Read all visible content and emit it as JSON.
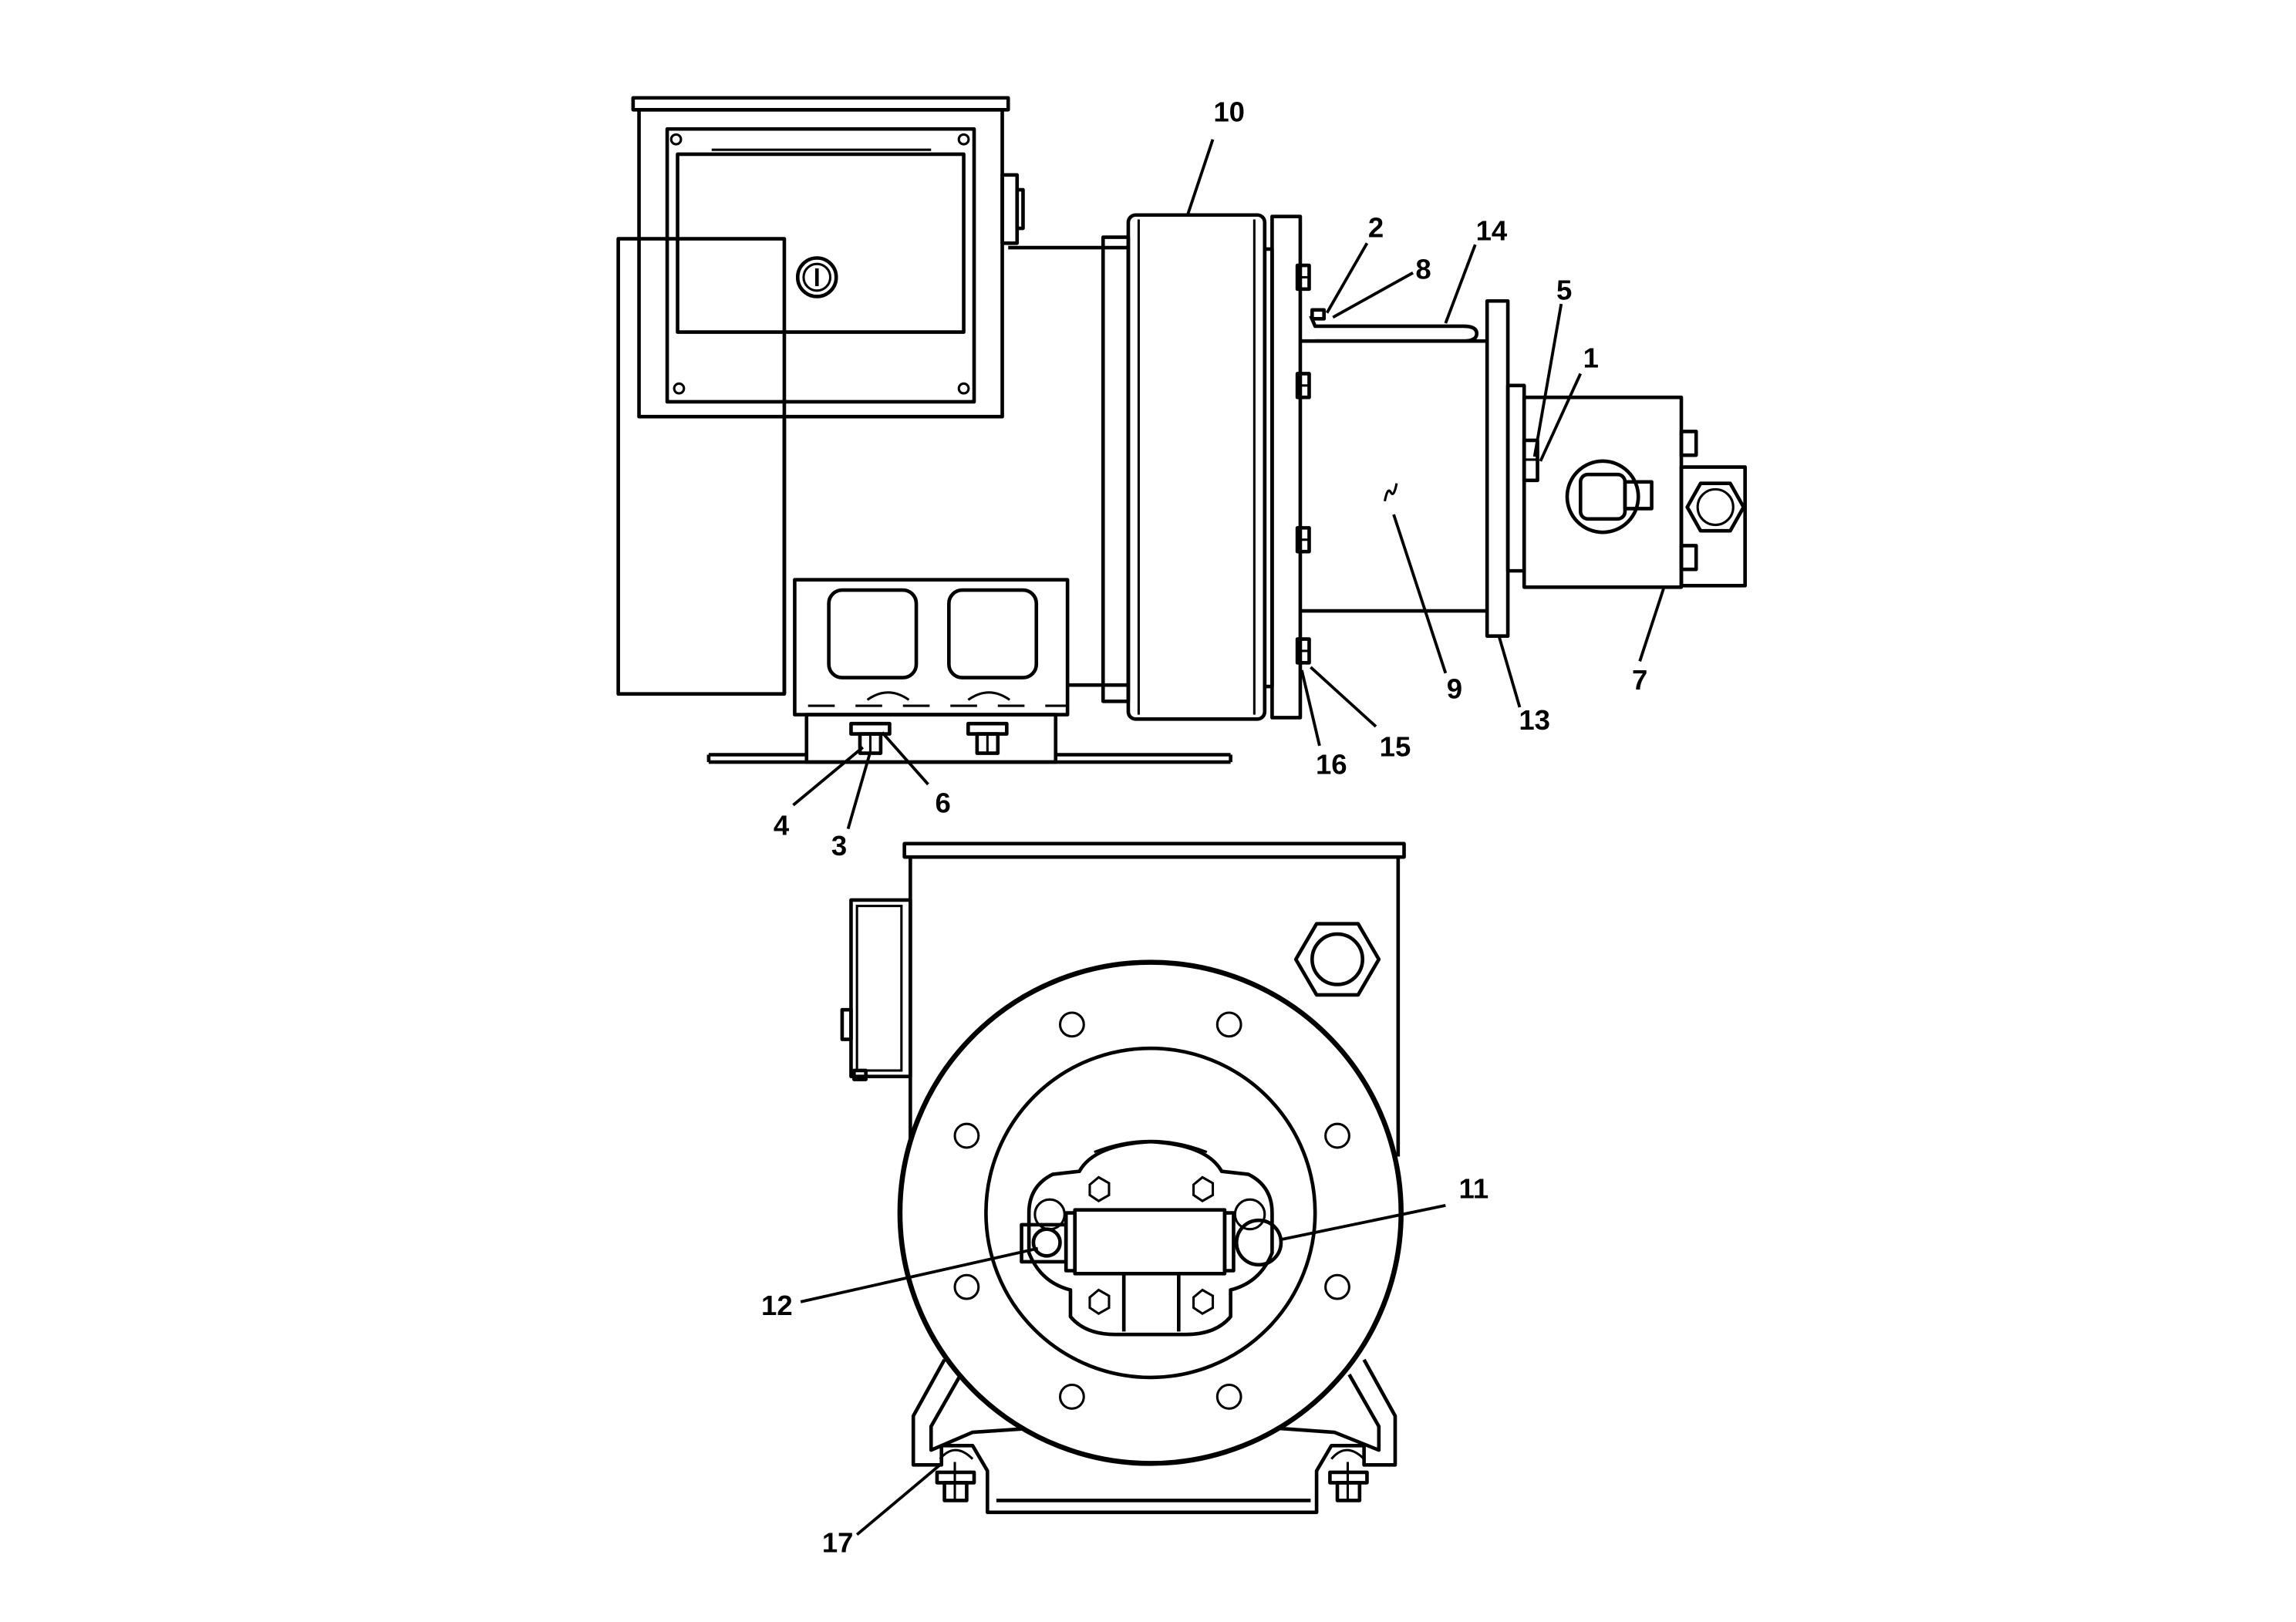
{
  "callouts": [
    "10",
    "2",
    "14",
    "8",
    "5",
    "1",
    "9",
    "13",
    "7",
    "15",
    "16",
    "6",
    "4",
    "3",
    "11",
    "12",
    "17"
  ]
}
